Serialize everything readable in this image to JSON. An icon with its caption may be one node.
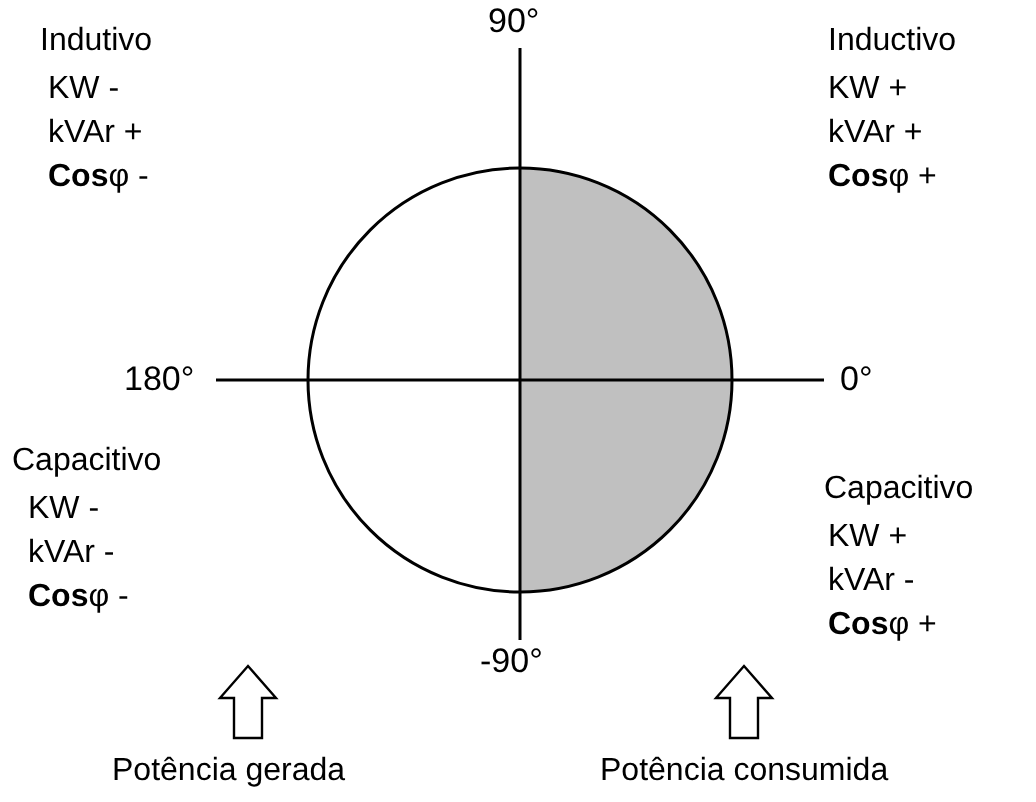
{
  "diagram": {
    "nodes": [
      {
        "text": [],
        "shape": "circle"
      }
    ],
    "labels": [
      "90°",
      "Indutivo",
      "KW -",
      "kVAr +",
      "**Cos**φ -",
      "Inductivo",
      "KW +",
      "kVAr +",
      "**Cos**φ +",
      "180°",
      "0°",
      "Capacitivo",
      "KW -",
      "kVAr -",
      "**Cos**φ -",
      "Capacitivo",
      "KW +",
      "kVAr -",
      "**Cos**φ +",
      "-90°",
      "Potência gerada",
      "Potência consumida"
    ]
  }
}
